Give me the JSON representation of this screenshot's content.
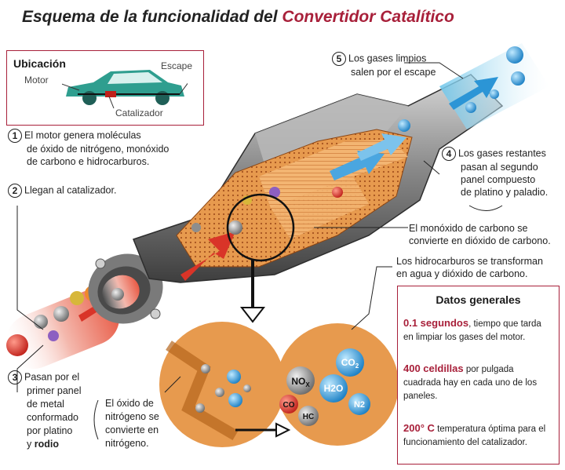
{
  "title": {
    "prefix": "Esquema de la funcionalidad del",
    "highlight": "Convertidor Catalítico"
  },
  "location": {
    "title": "Ubicación",
    "engine": "Motor",
    "exhaust": "Escape",
    "catalyst": "Catalizador"
  },
  "steps": [
    {
      "num": "1",
      "lines": [
        "El motor genera moléculas",
        "de óxido de nitrógeno, monóxido",
        "de carbono e hidrocarburos."
      ]
    },
    {
      "num": "2",
      "lines": [
        "Llegan al catalizador."
      ]
    },
    {
      "num": "3",
      "lines": [
        "Pasan por el",
        "primer panel",
        "de metal",
        "conformado",
        "por platino"
      ],
      "last": "y",
      "last_bold": "rodio"
    },
    {
      "num": "4",
      "lines": [
        "Los gases restantes",
        "pasan al segundo",
        "panel compuesto",
        "de platino y paladio."
      ]
    },
    {
      "num": "5",
      "lines": [
        "Los gases limpios",
        "salen por el escape"
      ]
    }
  ],
  "notes": {
    "nitrogen": [
      "El óxido de",
      "nitrógeno se",
      "convierte en",
      "nitrógeno."
    ],
    "co": [
      "El monóxido de carbono se",
      "convierte en dióxido de carbono."
    ],
    "hc": [
      "Los hidrocarburos se transforman",
      "en agua y dióxido de carbono."
    ]
  },
  "molecules": {
    "nox": "NO",
    "nox_sub": "X",
    "co2": "CO",
    "co2_sub": "2",
    "h2o": "H2O",
    "n2": "N2",
    "co": "CO",
    "hc": "HC"
  },
  "data_box": {
    "title": "Datos generales",
    "items": [
      {
        "value": "0.1 segundos",
        "text_first": ", tiempo que tarda",
        "text_rest": "en limpiar los gases del motor."
      },
      {
        "value": "400 celdillas",
        "text_first": " por pulgada",
        "text_rest": "cuadrada hay en cada uno de los paneles."
      },
      {
        "value": "200° C",
        "text_first": " temperatura óptima para el",
        "text_rest": "funcionamiento del catalizador."
      }
    ]
  }
}
